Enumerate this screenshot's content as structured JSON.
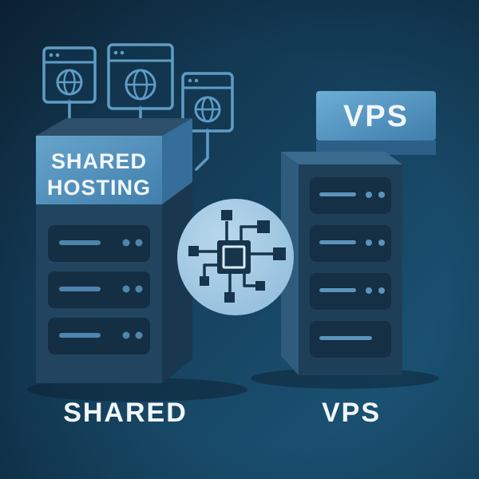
{
  "title": "Shared Hosting vs VPS comparison illustration",
  "left_server": {
    "band_label_line1": "SHARED",
    "band_label_line2": "HOSTING",
    "caption": "SHARED",
    "bay_count": 3
  },
  "right_server": {
    "badge_label": "VPS",
    "caption": "VPS",
    "bay_count": 4
  },
  "center_icon": {
    "name": "virtualization-chip-icon"
  },
  "top_icons": {
    "name": "browser-window-with-globe-icon",
    "count": 3
  },
  "colors": {
    "background_dark": "#0f2a3f",
    "background_light": "#1d597c",
    "accent_blue": "#5f9cc4",
    "band_blue_light": "#66a4cc",
    "band_blue_dark": "#417fad",
    "circle_light_blue": "#a6cbe4",
    "server_front": "#22455f",
    "server_side": "#1a3750",
    "bay_dark": "#142e43",
    "dark_navy": "#16354c",
    "text_white": "#f2f7fb"
  }
}
